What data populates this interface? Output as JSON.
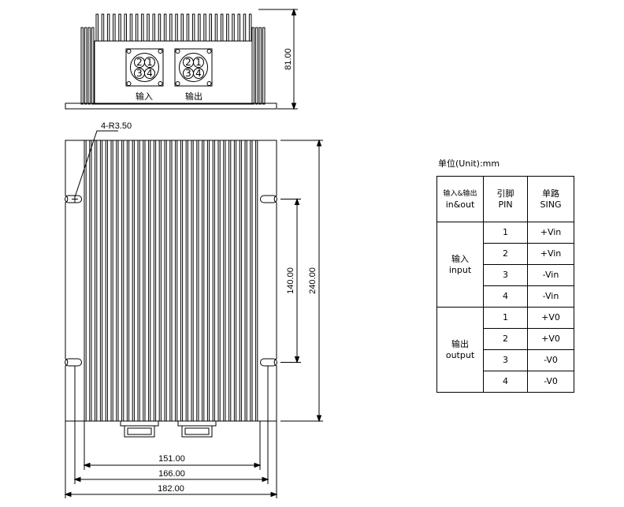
{
  "top_view": {
    "height_dim": "81.00",
    "connectors": [
      {
        "label": "输入",
        "pins": [
          "2",
          "1",
          "3",
          "4"
        ]
      },
      {
        "label": "输出",
        "pins": [
          "2",
          "1",
          "3",
          "4"
        ]
      }
    ]
  },
  "front_view": {
    "hole_callout": "4-R3.50",
    "dims": {
      "hole_spacing_vertical": "140.00",
      "total_height": "240.00",
      "w1": "151.00",
      "w2": "166.00",
      "w3": "182.00"
    }
  },
  "table": {
    "unit": "单位(Unit):mm",
    "headers": {
      "col1_cn": "输入&输出",
      "col1_en": "in&out",
      "col2_cn": "引脚",
      "col2_en": "PIN",
      "col3_cn": "单路",
      "col3_en": "SING"
    },
    "groups": [
      {
        "cn": "输入",
        "en": "input",
        "rows": [
          {
            "pin": "1",
            "sig": "+Vin"
          },
          {
            "pin": "2",
            "sig": "+Vin"
          },
          {
            "pin": "3",
            "sig": "-Vin"
          },
          {
            "pin": "4",
            "sig": "-Vin"
          }
        ]
      },
      {
        "cn": "输出",
        "en": "output",
        "rows": [
          {
            "pin": "1",
            "sig": "+V0"
          },
          {
            "pin": "2",
            "sig": "+V0"
          },
          {
            "pin": "3",
            "sig": "-V0"
          },
          {
            "pin": "4",
            "sig": "-V0"
          }
        ]
      }
    ]
  }
}
